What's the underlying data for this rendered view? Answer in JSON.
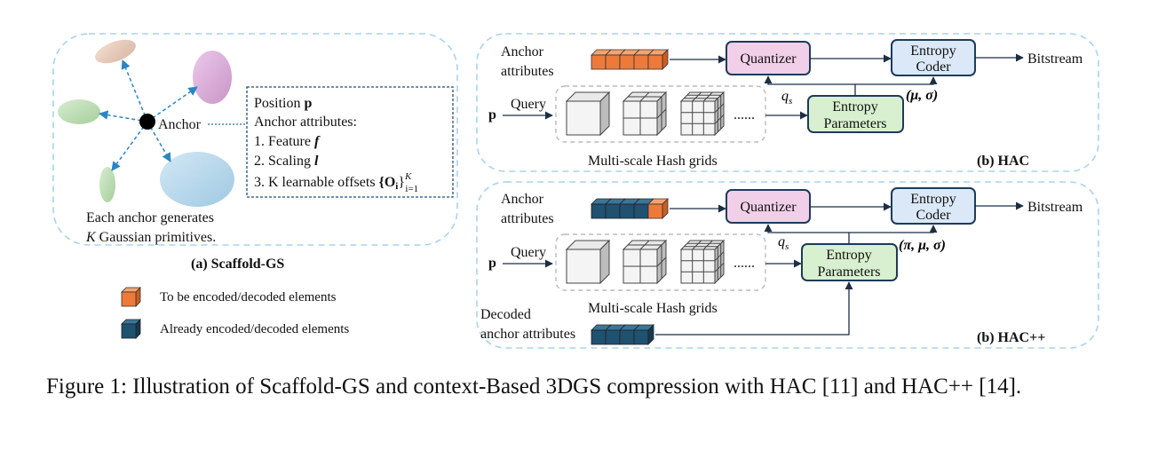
{
  "scaffold": {
    "anchor_label": "Anchor",
    "position_label": "Position ",
    "position_sym": "p",
    "attrs_label": "Anchor attributes:",
    "item1_prefix": "1.  Feature ",
    "item1_sym": "f",
    "item2_prefix": "2.  Scaling ",
    "item2_sym": "l",
    "item3_prefix": "3.  K learnable offsets ",
    "item3_set": "{O",
    "item3_i": "i",
    "item3_close": "}",
    "item3_sup": "K",
    "item3_sub": "i=1",
    "note_line1": "Each anchor generates",
    "note_k": "K",
    "note_line2_rest": " Gaussian primitives.",
    "title": "(a) Scaffold-GS"
  },
  "legend": {
    "to_encode": "To be encoded/decoded elements",
    "already": "Already encoded/decoded elements"
  },
  "hac": {
    "anchor_l1": "Anchor",
    "anchor_l2": "attributes",
    "query_sym": "p",
    "query": "Query",
    "dots": "......",
    "hash_grids": "Multi-scale Hash grids",
    "quantizer": "Quantizer",
    "coder_l1": "Entropy",
    "coder_l2": "Coder",
    "bitstream": "Bitstream",
    "param_l1": "Entropy",
    "param_l2": "Parameters",
    "qs": "q",
    "qs_sub": "s",
    "outputs": "(μ, σ)",
    "title": "(b) HAC"
  },
  "hacpp": {
    "anchor_l1": "Anchor",
    "anchor_l2": "attributes",
    "query_sym": "p",
    "query": "Query",
    "dots": "......",
    "hash_grids": "Multi-scale Hash grids",
    "quantizer": "Quantizer",
    "coder_l1": "Entropy",
    "coder_l2": "Coder",
    "bitstream": "Bitstream",
    "param_l1": "Entropy",
    "param_l2": "Parameters",
    "qs": "q",
    "qs_sub": "s",
    "outputs": "(π, μ, σ)",
    "decoded_l1": "Decoded",
    "decoded_l2": "anchor attributes",
    "title": "(b) HAC++"
  },
  "caption": {
    "text": "Figure 1: Illustration of Scaffold-GS and context-Based 3DGS compression with HAC [11] and HAC++ [14]."
  },
  "colors": {
    "orange": "#ee7a3a",
    "navy": "#1f5170",
    "quantizer_fill": "#f2cfe9",
    "coder_fill": "#dbe8f7",
    "param_fill": "#d8f0cf",
    "dashed_border": "#a9d3ec"
  }
}
